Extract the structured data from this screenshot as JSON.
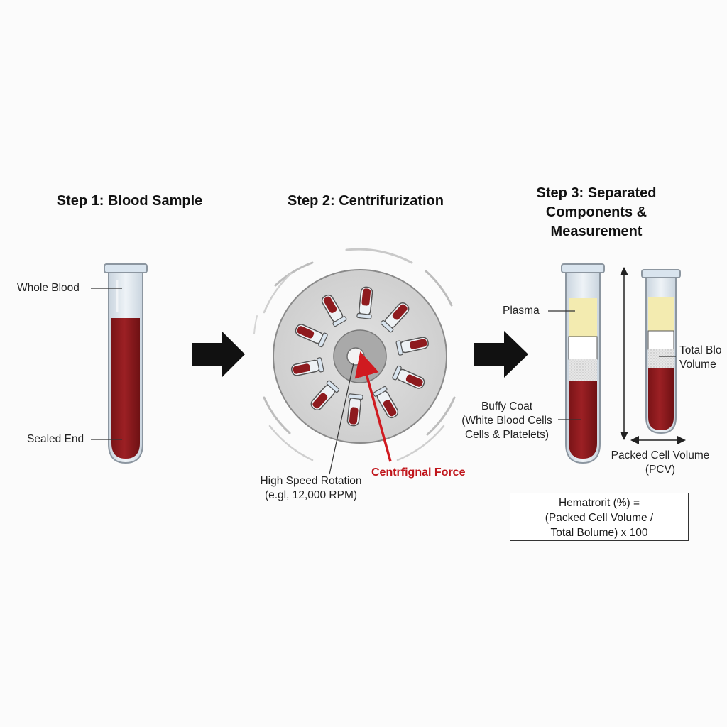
{
  "steps": {
    "step1_title": "Step 1: Blood Sample",
    "step2_title": "Step 2: Centrifurization",
    "step3_title_lines": [
      "Step 3: Separated",
      "Components &",
      "Measurement"
    ]
  },
  "step1": {
    "whole_blood_label": "Whole Blood",
    "sealed_end_label": "Sealed End"
  },
  "step2": {
    "rotation_label_lines": [
      "High Speed Rotation",
      "(e.gl, 12,000 RPM)"
    ],
    "force_label": "Centrfignal Force",
    "rotor_tube_count": 10
  },
  "step3": {
    "plasma_label": "Plasma",
    "buffy_coat_lines": [
      "Buffy Coat",
      "(White Blood Cells",
      "Cells & Platelets)"
    ],
    "total_volume_lines": [
      "Total Blo",
      "Volume"
    ],
    "pcv_lines": [
      "Packed Cell Volume",
      "(PCV)"
    ]
  },
  "formula": {
    "lines": [
      "Hematrorit (%) =",
      "(Packed Cell Volume /",
      "Total Bolume) x 100"
    ]
  },
  "colors": {
    "blood": "#8e1a1e",
    "plasma": "#f3ebb0",
    "tube_cap": "#d9e4ee",
    "rotor": "#d6d6d6",
    "arrow": "#111111",
    "force_arrow": "#d01a20"
  },
  "icons": {
    "flow_arrow": "right-arrow-icon",
    "rotor": "centrifuge-rotor-icon",
    "force": "force-arrow-icon"
  }
}
